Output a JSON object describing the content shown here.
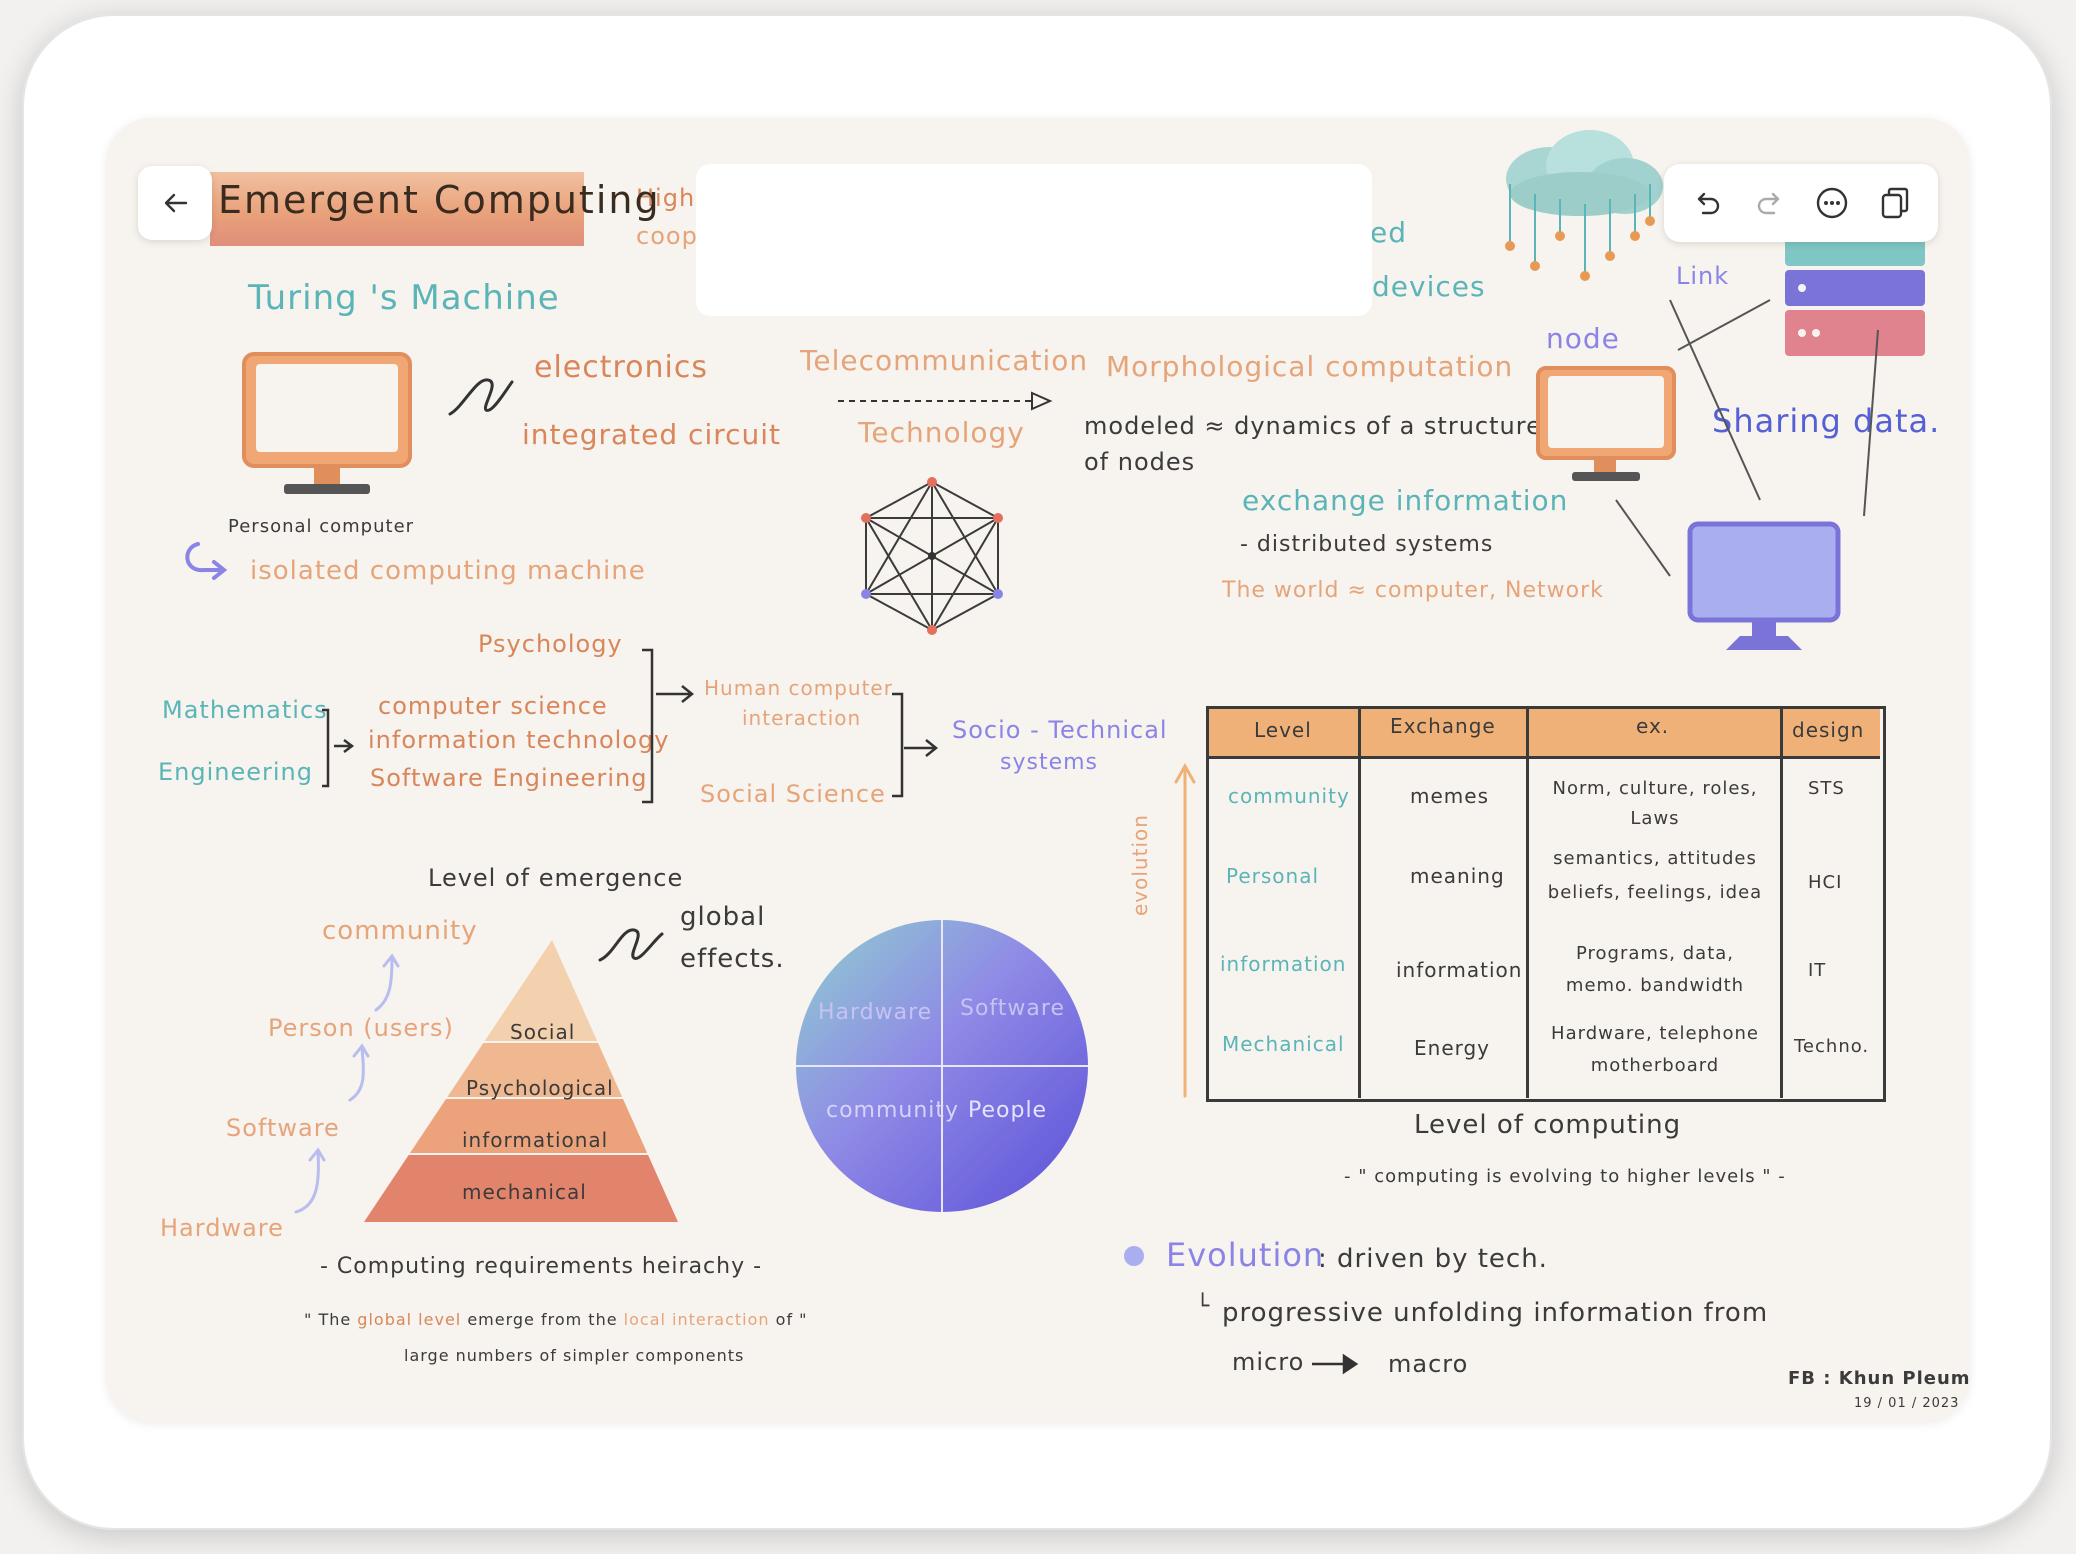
{
  "toolbar": {
    "back_icon": "arrow-left-icon",
    "undo_icon": "undo-icon",
    "redo_icon": "redo-icon",
    "more_icon": "more-icon",
    "copy_icon": "copy-icon"
  },
  "note": {
    "title": "Emergent Computing",
    "header_partial_1": "Highe",
    "header_partial_2": "coope",
    "header_partial_3": "ed",
    "header_partial_4": "devices",
    "turing": "Turing 's Machine",
    "pc_caption": "Personal computer",
    "isolated": "isolated computing machine",
    "electronics": "electronics",
    "integrated": "integrated circuit",
    "telecom": "Telecommunication",
    "technology": "Technology",
    "morph": "Morphological computation",
    "modeled": "modeled ≈ dynamics of a structure",
    "of_nodes": "of nodes",
    "node": "node",
    "link": "Link",
    "sharing": "Sharing data.",
    "exchange": "exchange information",
    "distributed": "- distributed systems",
    "world": "The world ≈ computer, Network",
    "psychology": "Psychology",
    "mathematics": "Mathematics",
    "engineering": "Engineering",
    "cs": "computer science",
    "it": "information technology",
    "se": "Software Engineering",
    "hci_1": "Human computer",
    "hci_2": "interaction",
    "social_science": "Social Science",
    "sts_1": "Socio - Technical",
    "sts_2": "systems",
    "level_emergence": "Level of emergence",
    "global_1": "global",
    "global_2": "effects.",
    "community": "community",
    "person": "Person (users)",
    "software": "Software",
    "hardware": "Hardware",
    "pyr_social": "Social",
    "pyr_psych": "Psychological",
    "pyr_info": "informational",
    "pyr_mech": "mechanical",
    "hierarchy": "- Computing requirements heirachy -",
    "quote_1": "\" The",
    "quote_global": "global level",
    "quote_2": "emerge from the",
    "quote_local": "local interaction",
    "quote_3": "of \"",
    "quote_4": "large numbers of simpler components",
    "sphere_hw": "Hardware",
    "sphere_sw": "Software",
    "sphere_comm": "community",
    "sphere_people": "People",
    "evolution_axis": "evolution",
    "level_computing": "Level of computing",
    "computing_quote": "- \" computing is evolving to higher levels \" -",
    "evolution": "Evolution",
    "driven": ": driven by tech.",
    "progressive": "progressive unfolding information from",
    "micro": "micro",
    "macro": "macro",
    "credit": "FB : Khun Pleum",
    "date": "19 / 01 / 2023"
  },
  "table": {
    "headers": [
      "Level",
      "Exchange",
      "ex.",
      "design"
    ],
    "rows": [
      {
        "level": "community",
        "exchange": "memes",
        "ex": "Norm, culture, roles, Laws",
        "design": "STS"
      },
      {
        "level": "Personal",
        "exchange": "meaning",
        "ex": "semantics, attitudes beliefs, feelings, idea",
        "design": "HCI"
      },
      {
        "level": "information",
        "exchange": "information",
        "ex": "Programs, data, memo. bandwidth",
        "design": "IT"
      },
      {
        "level": "Mechanical",
        "exchange": "Energy",
        "ex": "Hardware, telephone motherboard",
        "design": "Techno."
      }
    ]
  }
}
